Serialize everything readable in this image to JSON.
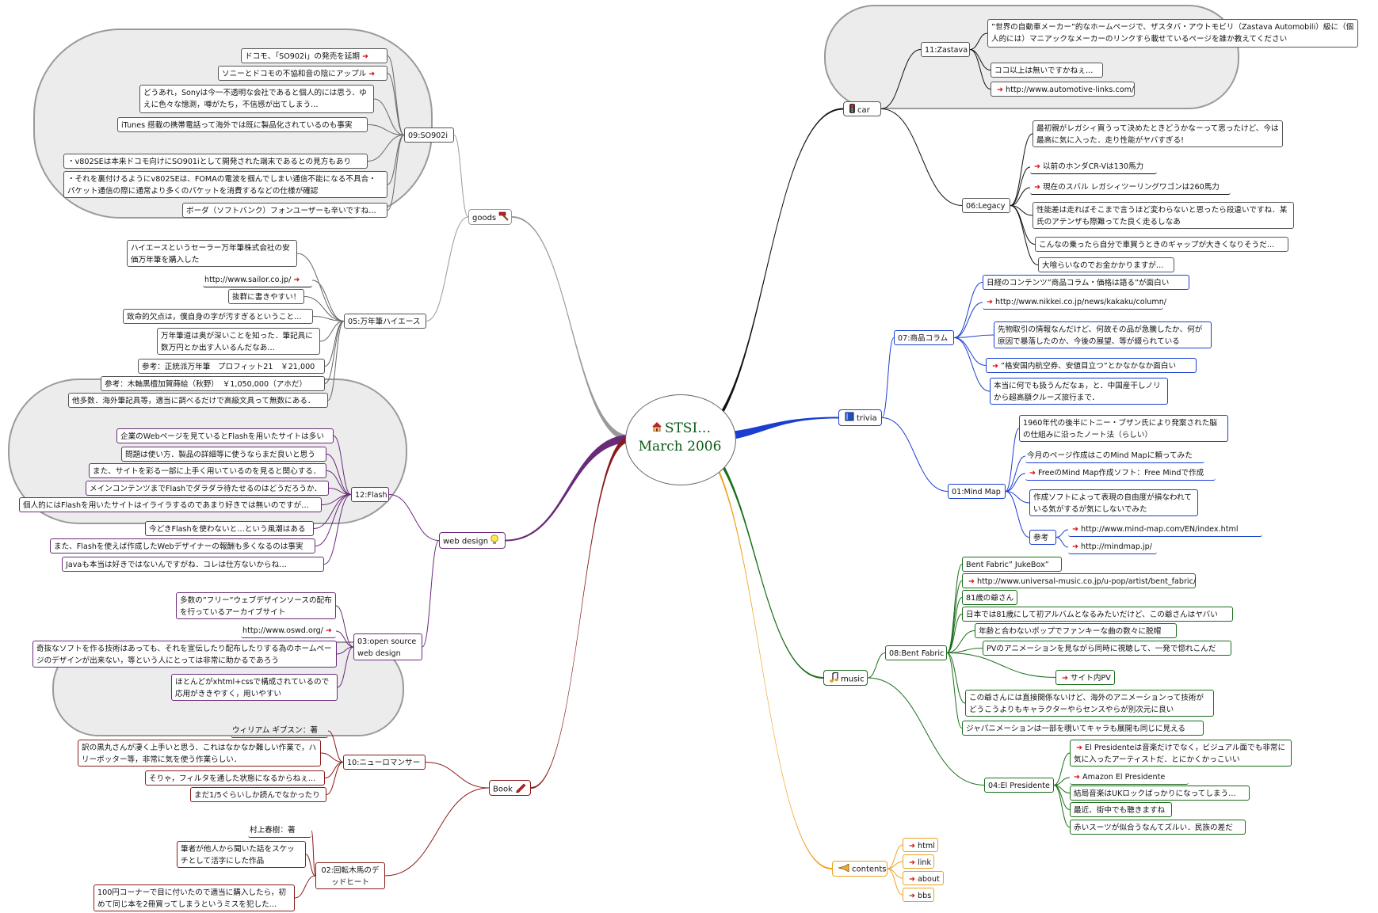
{
  "colors": {
    "car": "#111111",
    "trivia": "#1a3fd0",
    "music": "#1a6e1a",
    "contents": "#f0a020",
    "goods": "#9a9a9a",
    "webdesign": "#6a2a7a",
    "book": "#8a1a1a",
    "arrow": "#d21010",
    "cloud_fill": "#ececec",
    "cloud_border": "#9a9a9a"
  },
  "icons": {
    "home": "house-icon",
    "car": "traffic-light-icon",
    "trivia": "book-icon",
    "music": "music-note-icon",
    "contents": "trumpet-icon",
    "goods": "hammer-icon",
    "webdesign": "lightbulb-icon",
    "book": "pencil-icon",
    "link": "red-arrow-icon"
  },
  "center": {
    "title": "STSI…",
    "subtitle": "March 2006"
  },
  "nodes": {
    "car": "car",
    "zastava": "11:Zastava",
    "zastava_1": "”世界の自動車メーカー”的なホームページで、ザスタバ・アウトモビリ（Zastava Automobili）級に（個人的には）マニアックなメーカーのリンクすら載せているページを誰か教えてください",
    "zastava_2": "ココ以上は無いですかねぇ…",
    "zastava_3": "http://www.automotive-links.com/",
    "legacy": "06:Legacy",
    "legacy_1": "最初親がレガシィ買うって決めたときどうかなーって思ったけど、今は最高に気に入った．走り性能がヤバすぎる!",
    "legacy_2": "以前のホンダCR-Vは130馬力",
    "legacy_3": "現在のスバル レガシィツーリングワゴンは260馬力",
    "legacy_4": "性能差は走ればそこまで言うほど変わらないと思ったら段違いですね．某氏のアテンザも際難ってた良く走るしなあ",
    "legacy_5": "こんなの乗ったら自分で車買うときのギャップが大きくなりそうだ…",
    "legacy_6": "大喰らいなのでお金かかりますが…",
    "trivia": "trivia",
    "kakaku": "07:商品コラム",
    "kakaku_1": "日経のコンテンツ”商品コラム・価格は語る”が面白い",
    "kakaku_2": "http://www.nikkei.co.jp/news/kakaku/column/",
    "kakaku_3": "先物取引の情報なんだけど、何故その品が急騰したか、何が原因で暴落したのか、今後の展望、等が綴られている",
    "kakaku_4": "”格安国内航空券、安値目立つ”とかなかなか面白い",
    "kakaku_5": "本当に何でも扱うんだなぁ，と．中国産干しノリから超高額クルーズ旅行まで．",
    "mindmap": "01:Mind Map",
    "mindmap_1": "1960年代の後半にトニー・ブザン氏により発案された脳の仕組みに沿ったノート法（らしい）",
    "mindmap_2": "今月のページ作成はこのMind Mapに頼ってみた",
    "mindmap_3": "FreeのMind Map作成ソフト：Free Mindで作成",
    "mindmap_4": "作成ソフトによって表現の自由度が損なわれている気がするが気にしないでみた",
    "mindmap_ref": "参考",
    "mindmap_ref_1": "http://www.mind-map.com/EN/index.html",
    "mindmap_ref_2": "http://mindmap.jp/",
    "music": "music",
    "bent": "08:Bent Fabric",
    "bent_1": "Bent Fabric” JukeBox”",
    "bent_2": "http://www.universal-music.co.jp/u-pop/artist/bent_fabric/",
    "bent_3": "81歳の爺さん",
    "bent_4": "日本では81歳にして初アルバムとなるみたいだけど、この爺さんはヤバい",
    "bent_5": "年齢と合わないポップでファンキーな曲の数々に脱帽",
    "bent_6": "PVのアニメーションを見ながら同時に視聴して、一発で惚れこんだ",
    "bent_7": "サイト内PV",
    "bent_8": "この爺さんには直接関係ないけど、海外のアニメーションって技術がどうこうよりもキャラクターやらセンスやらが別次元に良い",
    "bent_9": "ジャパニメーションは一部を覗いてキャラも展開も同じに見える",
    "elp": "04:El Presidente",
    "elp_1": "El Presidenteは音楽だけでなく，ビジュアル面でも非常に気に入ったアーティストだ．とにかくかっこいい",
    "elp_2": "Amazon El Presidente",
    "elp_3": "結局音楽はUKロックばっかりになってしまう…",
    "elp_4": "最近、街中でも聴きますね",
    "elp_5": "赤いスーツが似合うなんてズルい．民族の差だ",
    "contents": "contents",
    "contents_1": "html",
    "contents_2": "link",
    "contents_3": "about",
    "contents_4": "bbs",
    "goods": "goods",
    "so902i": "09:SO902i",
    "so902i_1": "ドコモ、「SO902i」の発売を延期",
    "so902i_2": "ソニーとドコモの不協和音の陰にアップル",
    "so902i_3": "どうあれ，Sonyは今一不透明な会社であると個人的には思う．ゆえに色々な憶測，噂がたち，不信感が出てしまう…",
    "so902i_4": "iTunes 搭載の携帯電話って海外では既に製品化されているのも事実",
    "so902i_5": "・v802SEは本来ドコモ向けにSO901iとして開発された端末であるとの見方もあり",
    "so902i_6": "・それを裏付けるようにv802SEは、FOMAの電波を掴んでしまい通信不能になる不具合・パケット通信の際に通常より多くのパケットを消費するなどの仕様が確認",
    "so902i_7": "ボーダ（ソフトバンク）フォンユーザーも辛いですね…",
    "hiace": "05:万年筆ハイエース",
    "hiace_1": "ハイエースというセーラー万年筆株式会社の安価万年筆を購入した",
    "hiace_2": "http://www.sailor.co.jp/",
    "hiace_3": "抜群に書きやすい！",
    "hiace_4": "致命的欠点は，僕自身の字が汚すぎるということ…",
    "hiace_5": "万年筆道は奥が深いことを知った．筆記具に数万円とか出す人いるんだなあ…",
    "hiace_6": "参考：正統派万年筆　プロフィット21　￥21,000",
    "hiace_7": "参考：木軸黒檀加賀蒔絵（秋野）　￥1,050,000（アホだ）",
    "hiace_8": "他多数．海外筆記具等，適当に調べるだけで高級文具って無数にある．",
    "web": "web design",
    "flash": "12:Flash",
    "flash_1": "企業のWebページを見ているとFlashを用いたサイトは多い",
    "flash_2": "問題は使い方．製品の詳細等に使うならまだ良いと思う",
    "flash_3": "また、サイトを彩る一部に上手く用いているのを見ると関心する．",
    "flash_4": "メインコンテンツまでFlashでダラダラ待たせるのはどうだろうか．",
    "flash_5": "個人的にはFlashを用いたサイトはイライラするのであまり好きでは無いのですが…",
    "flash_6": "今どきFlashを使わないと…という風潮はある",
    "flash_7": "また、Flashを使えば作成したWebデザイナーの報酬も多くなるのは事実",
    "flash_8": "Javaも本当は好きではないんですがね．コレは仕方ないからね…",
    "oss": "03:open source web design",
    "oss_1": "多数の”フリー”ウェブデザインソースの配布を行っているアーカイブサイト",
    "oss_2": "http://www.oswd.org/",
    "oss_3": "奇抜なソフトを作る技術はあっても、それを宣伝したり配布したりする為のホームページのデザインが出来ない，等という人にとっては非常に助かるであろう",
    "oss_4": "ほとんどがxhtml+cssで構成されているので応用がききやすく，用いやすい",
    "book": "Book",
    "neuro": "10:ニューロマンサー",
    "neuro_1": "ウィリアム ギブスン：著",
    "neuro_2": "訳の黒丸さんが凄く上手いと思う．これはなかなか難しい作業で，ハリーポッター等，非常に気を使う作業らしい．",
    "neuro_3": "そりゃ，フィルタを通した状態になるからねぇ…",
    "neuro_4": "まだ1/5ぐらいしか読んでなかったり",
    "kaiten": "02:回転木馬のデッドヒート",
    "kaiten_1": "村上春樹：著",
    "kaiten_2": "筆者が他人から聞いた話をスケッチとして活字にした作品",
    "kaiten_3": "100円コーナーで目に付いたので適当に購入したら，初めて同じ本を2冊買ってしまうというミスを犯した…"
  }
}
